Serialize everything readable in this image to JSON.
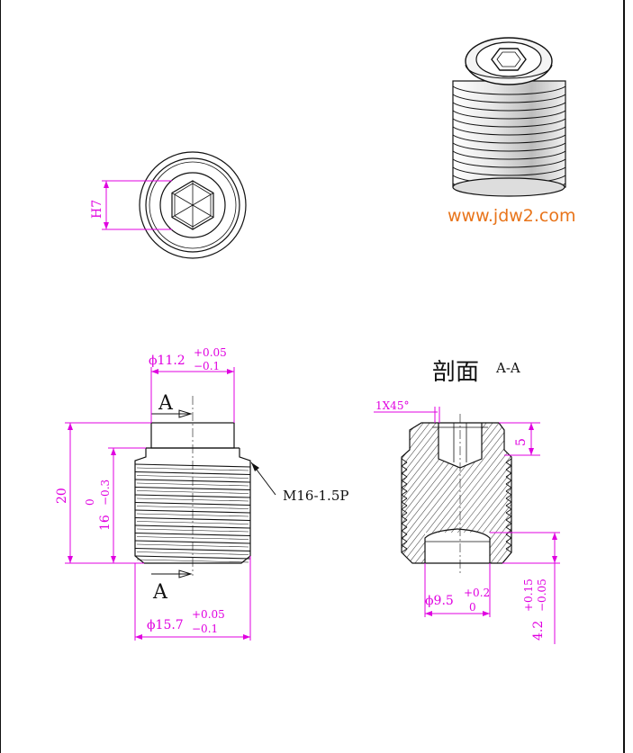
{
  "website": "www.jdw2.com",
  "section_title": "剖面",
  "section_id": "A-A",
  "section_marker": "A",
  "thread_spec": "M16-1.5P",
  "hex_tolerance": "H7",
  "dims": {
    "top_dia": "ϕ11.2",
    "top_dia_upper": "+0.05",
    "top_dia_lower": "−0.1",
    "length": "20",
    "thread_len": "16",
    "thread_len_upper": "0",
    "thread_len_lower": "−0.3",
    "bottom_dia": "ϕ15.7",
    "bottom_dia_upper": "+0.05",
    "bottom_dia_lower": "−0.1",
    "chamfer": "1X45°",
    "hex_depth": "5",
    "bore_dia": "ϕ9.5",
    "bore_dia_upper": "+0.2",
    "bore_dia_lower": "0",
    "bore_depth": "4.2",
    "bore_depth_upper": "+0.15",
    "bore_depth_lower": "−0.05"
  }
}
